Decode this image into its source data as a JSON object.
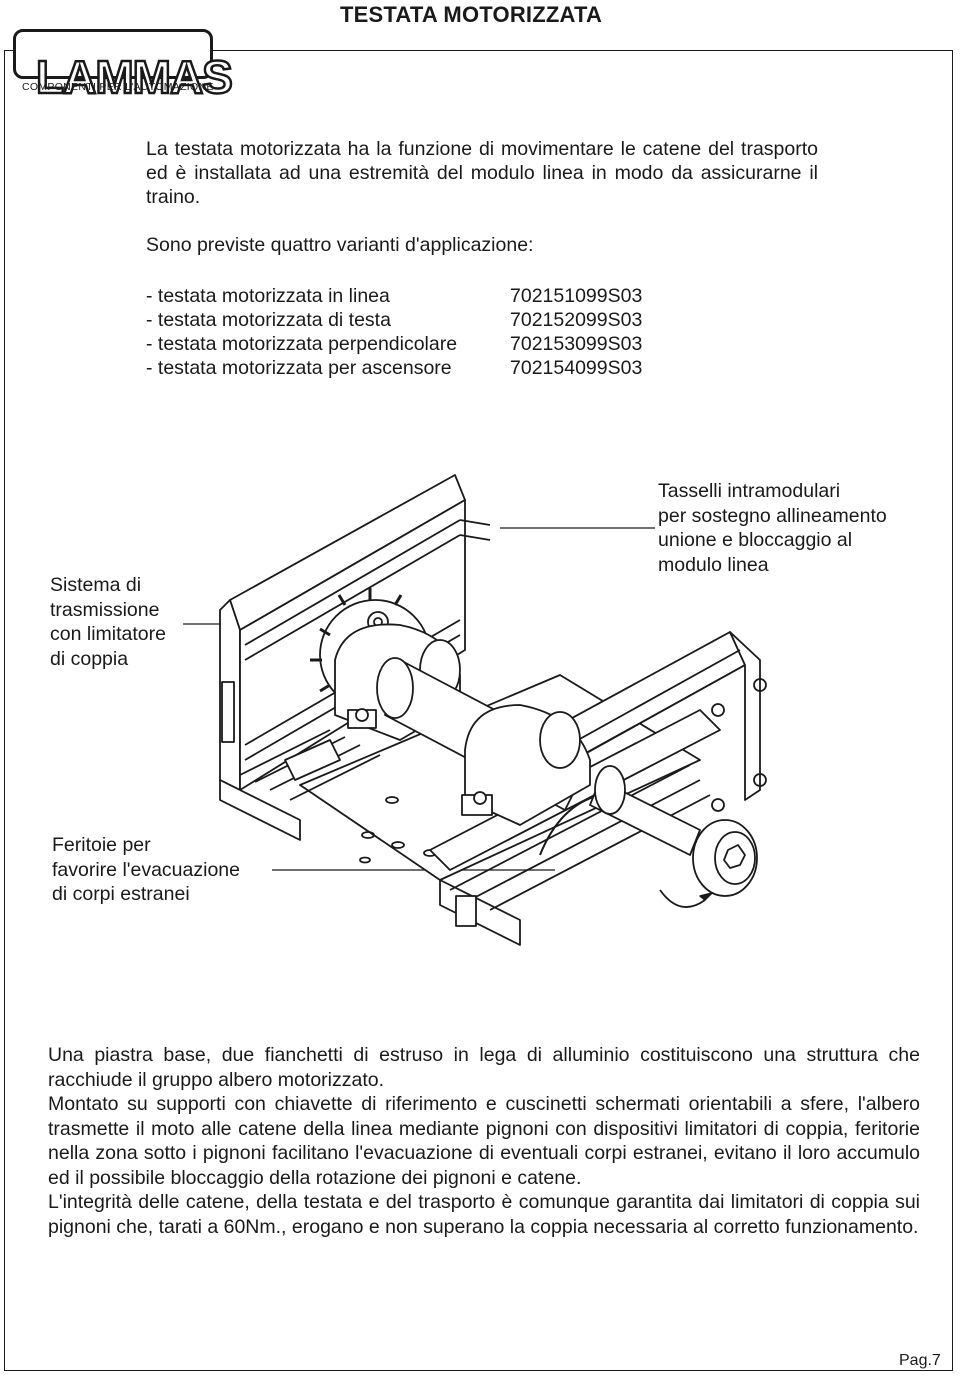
{
  "header": {
    "title": "TESTATA MOTORIZZATA",
    "logo_text": "LAMMAS",
    "logo_subtitle": "COMPONENTI PER L'AUTOMAZIONE"
  },
  "intro": {
    "paragraph": "La testata motorizzata ha la funzione di movimentare le catene del trasporto ed è installata ad una estremità del modulo linea in modo da assicurarne il traino.",
    "variants_heading": "Sono previste quattro varianti d'applicazione:",
    "variants": [
      {
        "name": "- testata motorizzata in linea",
        "code": "702151099S03"
      },
      {
        "name": "- testata motorizzata di testa",
        "code": "702152099S03"
      },
      {
        "name": "- testata motorizzata perpendicolare",
        "code": "702153099S03"
      },
      {
        "name": "- testata motorizzata per ascensore",
        "code": "702154099S03"
      }
    ]
  },
  "callouts": {
    "transmission": [
      "Sistema di",
      "trasmissione",
      "con limitatore",
      "di coppia"
    ],
    "blocks": [
      "Tasselli intramodulari",
      "per sostegno allineamento",
      "unione e bloccaggio al",
      "modulo linea"
    ],
    "slots": [
      "Feritoie per",
      "favorire l'evacuazione",
      "di corpi estranei"
    ]
  },
  "description": [
    "Una piastra base, due fianchetti di estruso in lega di alluminio costituiscono una struttura che racchiude il gruppo albero motorizzato.",
    "Montato su supporti con chiavette di riferimento e cuscinetti schermati orientabili a sfere, l'albero trasmette il moto alle catene della linea mediante pignoni con dispositivi limitatori di coppia, feritorie nella zona sotto i pignoni facilitano l'evacuazione di eventuali corpi estranei, evitano il loro accumulo ed il possibile bloccaggio della rotazione dei pignoni e catene.",
    "L'integrità delle catene, della testata e del trasporto è comunque garantita dai limitatori di coppia sui pignoni che, tarati a 60Nm., erogano e non superano la coppia necessaria al corretto funzionamento."
  ],
  "footer": {
    "page": "Pag.7"
  }
}
